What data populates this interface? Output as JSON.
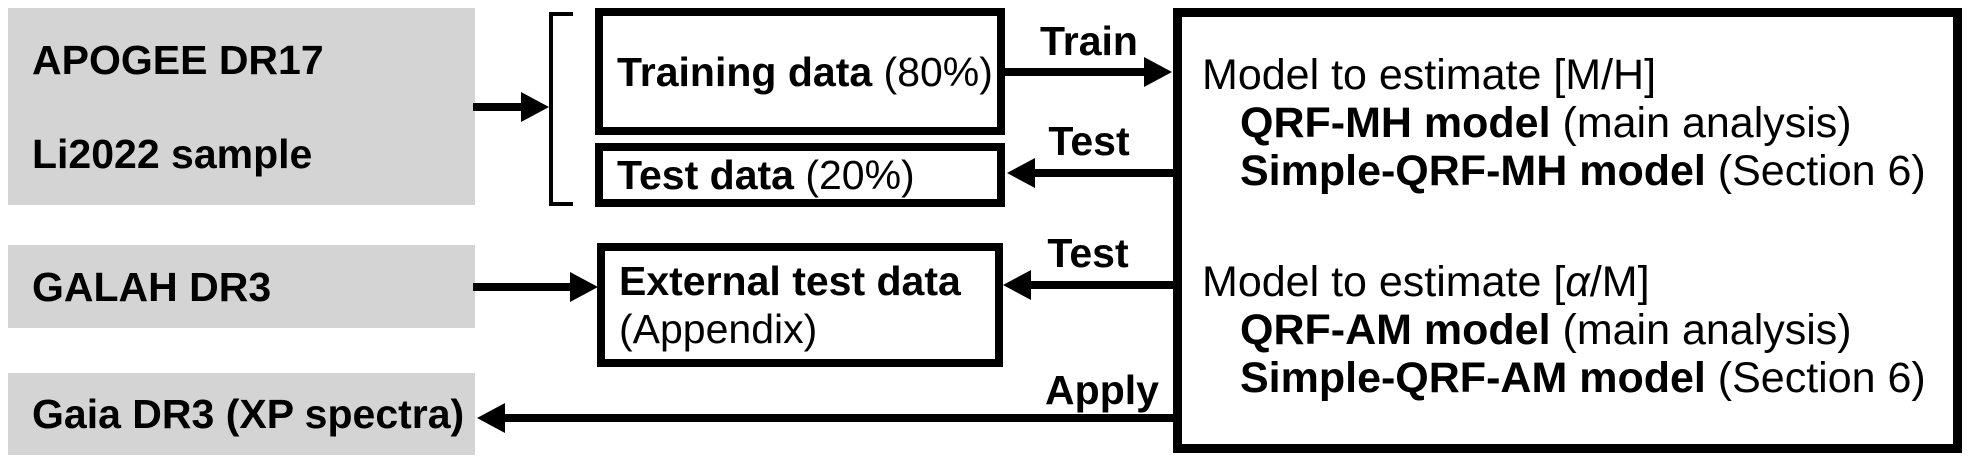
{
  "colors": {
    "source_box_fill": "#d4d4d4",
    "line_color": "#000000",
    "background": "#ffffff"
  },
  "sources": {
    "apogee": {
      "line1": "APOGEE DR17",
      "line2": "Li2022 sample"
    },
    "galah": {
      "label": "GALAH DR3"
    },
    "gaia": {
      "label": "Gaia DR3 (XP spectra)"
    }
  },
  "split_boxes": {
    "training": {
      "bold": "Training data",
      "rest": " (80%)"
    },
    "test": {
      "bold": "Test data",
      "rest": " (20%)"
    }
  },
  "external_box": {
    "bold": "External test data",
    "line2": "(Appendix)"
  },
  "arrow_labels": {
    "train": "Train",
    "test_top": "Test",
    "test_bottom": "Test",
    "apply": "Apply"
  },
  "model_box": {
    "mh": {
      "title": "Model to estimate [M/H]",
      "items": [
        {
          "bold": "QRF-MH model",
          "rest": " (main analysis)"
        },
        {
          "bold": "Simple-QRF-MH model",
          "rest": " (Section 6)"
        }
      ]
    },
    "am": {
      "title_prefix": "Model to estimate [",
      "alpha": "α",
      "title_suffix": "/M]",
      "items": [
        {
          "bold": "QRF-AM model",
          "rest": " (main analysis)"
        },
        {
          "bold": "Simple-QRF-AM model",
          "rest": " (Section 6)"
        }
      ]
    }
  }
}
